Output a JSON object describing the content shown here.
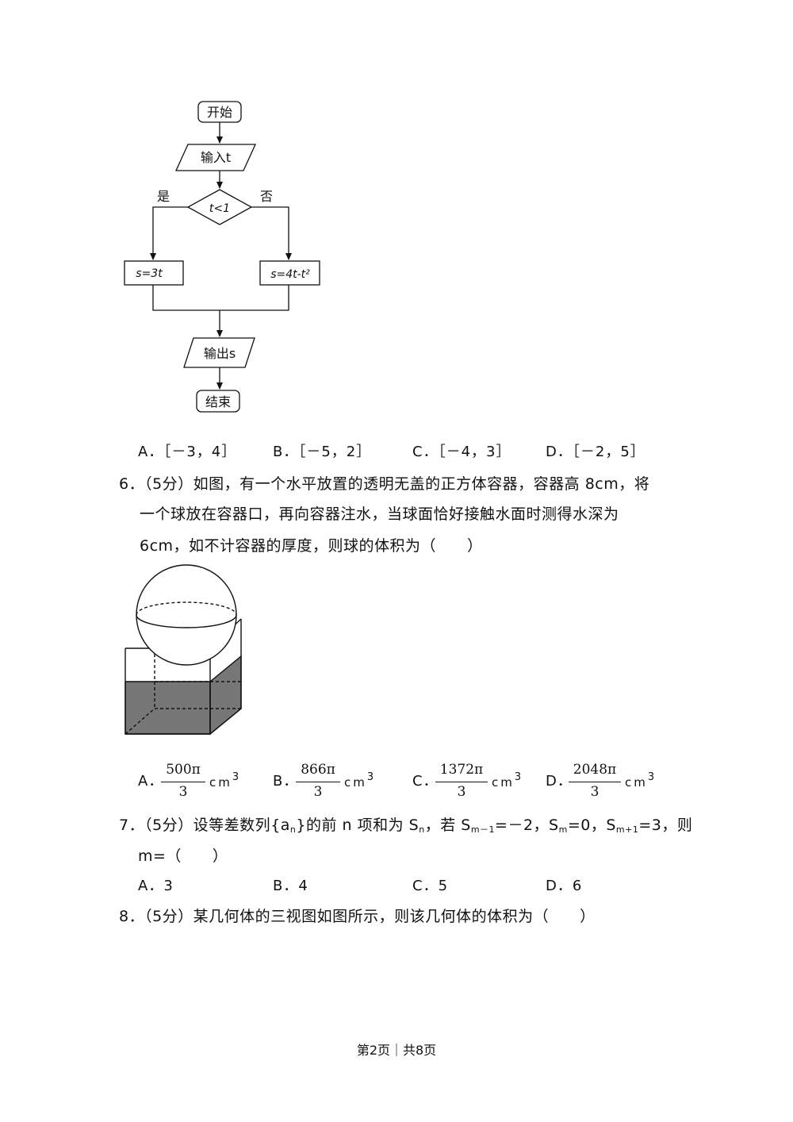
{
  "flowchart": {
    "start": "开始",
    "input": "输入t",
    "condition": "t<1",
    "yes": "是",
    "no": "否",
    "yes_branch": "s=3t",
    "no_branch": "s=4t-t²",
    "output": "输出s",
    "end": "结束"
  },
  "q5": {
    "options": [
      {
        "letter": "A．",
        "text": "［－3，4］"
      },
      {
        "letter": "B．",
        "text": "［－5，2］"
      },
      {
        "letter": "C．",
        "text": "［－4，3］"
      },
      {
        "letter": "D．",
        "text": "［－2，5］"
      }
    ]
  },
  "q6": {
    "line1": "6．（5分）如图，有一个水平放置的透明无盖的正方体容器，容器高 8cm，将",
    "line2": "一个球放在容器口，再向容器注水，当球面恰好接触水面时测得水深为",
    "line3": "6cm，如不计容器的厚度，则球的体积为（　　）",
    "options": [
      {
        "letter": "A．",
        "numerator": "500π",
        "denominator": "3",
        "unit": "cm",
        "exp": "3"
      },
      {
        "letter": "B．",
        "numerator": "866π",
        "denominator": "3",
        "unit": "cm",
        "exp": "3"
      },
      {
        "letter": "C．",
        "numerator": "1372π",
        "denominator": "3",
        "unit": "cm",
        "exp": "3"
      },
      {
        "letter": "D．",
        "numerator": "2048π",
        "denominator": "3",
        "unit": "cm",
        "exp": "3"
      }
    ]
  },
  "q7": {
    "p1": "7．（5分）设等差数列",
    "seq": "{a",
    "seq_sub": "n",
    "seq_close": "}",
    "p2": "的前 n 项和为 S",
    "p2_sub": "n",
    "p3": "，若 S",
    "p3_sub": "m－1",
    "p4": "=－2，S",
    "p4_sub": "m",
    "p5": "=0，S",
    "p5_sub": "m+1",
    "p6": "=3，则",
    "line2": "m=（　　）",
    "options": [
      {
        "letter": "A．",
        "text": "3"
      },
      {
        "letter": "B．",
        "text": "4"
      },
      {
        "letter": "C．",
        "text": "5"
      },
      {
        "letter": "D．",
        "text": "6"
      }
    ]
  },
  "q8": {
    "line1": "8．（5分）某几何体的三视图如图所示，则该几何体的体积为（　　）"
  },
  "footer": "第2页｜共8页"
}
